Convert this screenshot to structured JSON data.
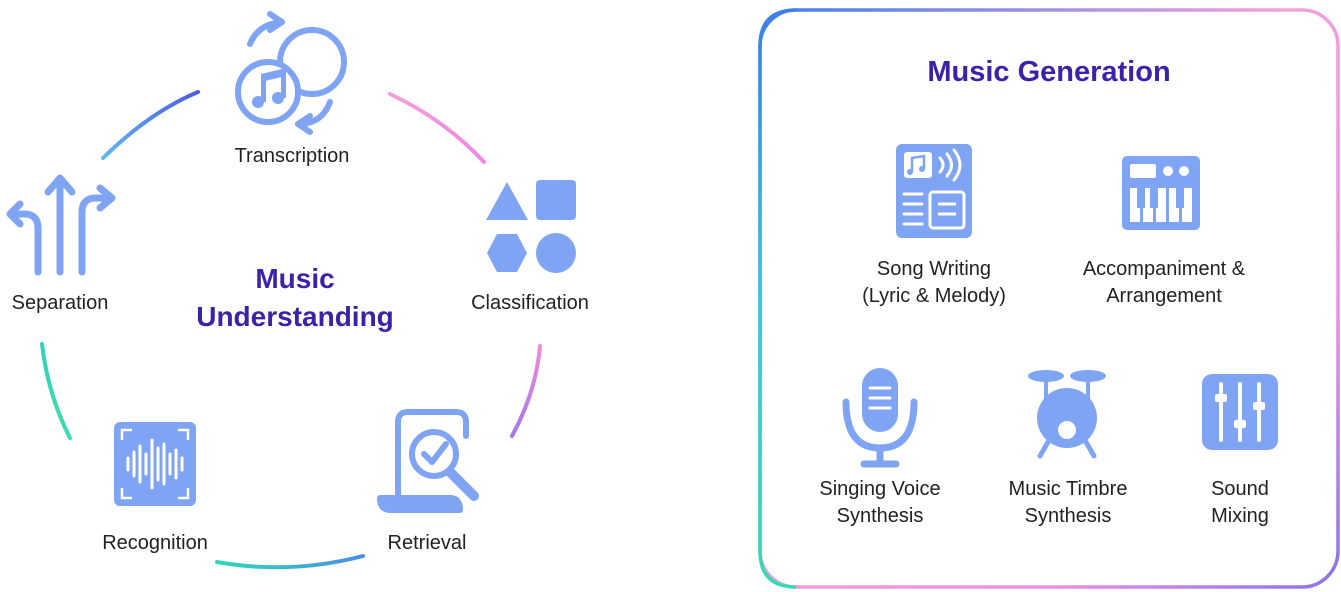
{
  "understanding": {
    "title_line1": "Music",
    "title_line2": "Understanding",
    "tasks": {
      "transcription": "Transcription",
      "classification": "Classification",
      "retrieval": "Retrieval",
      "recognition": "Recognition",
      "separation": "Separation"
    }
  },
  "generation": {
    "title": "Music Generation",
    "tasks": {
      "song_writing": [
        "Song Writing",
        "(Lyric & Melody)"
      ],
      "accompaniment": [
        "Accompaniment &",
        "Arrangement"
      ],
      "singing_voice": [
        "Singing Voice",
        "Synthesis"
      ],
      "timbre": [
        "Music Timbre",
        "Synthesis"
      ],
      "mixing": [
        "Sound",
        "Mixing"
      ]
    }
  },
  "colors": {
    "icon": "#7fa4f3",
    "title": "#3b22a8",
    "pink": "#f08ad8",
    "blue": "#4f6fe6",
    "teal": "#2fd6b3",
    "purple": "#9a7ce8"
  }
}
